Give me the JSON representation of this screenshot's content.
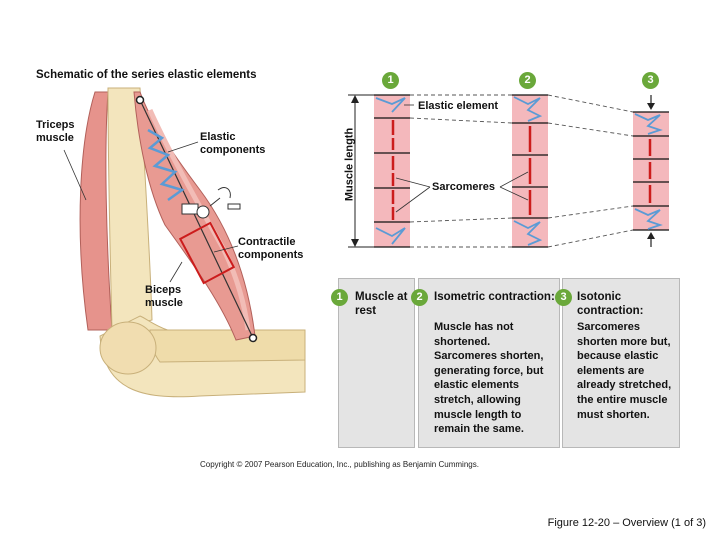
{
  "title": "Schematic of the series elastic elements",
  "labels": {
    "triceps": "Triceps muscle",
    "elastic_components": "Elastic components",
    "contractile_components": "Contractile components",
    "biceps": "Biceps muscle",
    "elastic_element": "Elastic element",
    "sarcomeres": "Sarcomeres",
    "muscle_length": "Muscle length"
  },
  "steps": [
    "1",
    "2",
    "3"
  ],
  "panels": [
    {
      "number": "1",
      "heading": "Muscle at rest",
      "body": ""
    },
    {
      "number": "2",
      "heading": "Isometric contraction:",
      "body": "Muscle has not shortened. Sarcomeres shorten, generating force, but elastic elements stretch, allowing muscle length to remain the same."
    },
    {
      "number": "3",
      "heading": "Isotonic contraction:",
      "body": "Sarcomeres shorten more but, because elastic elements are already stretched, the entire muscle must shorten."
    }
  ],
  "copyright": "Copyright © 2007 Pearson Education, Inc., publishing as Benjamin Cummings.",
  "caption": "Figure 12-20 – Overview (1 of 3)",
  "colors": {
    "step_badge": "#6aa83a",
    "muscle": "#e89a92",
    "bone": "#f3e5bd",
    "elastic": "#5b9bd5",
    "contractile": "#cc1c1c",
    "sarcomere_fill": "#f4b8bc"
  }
}
